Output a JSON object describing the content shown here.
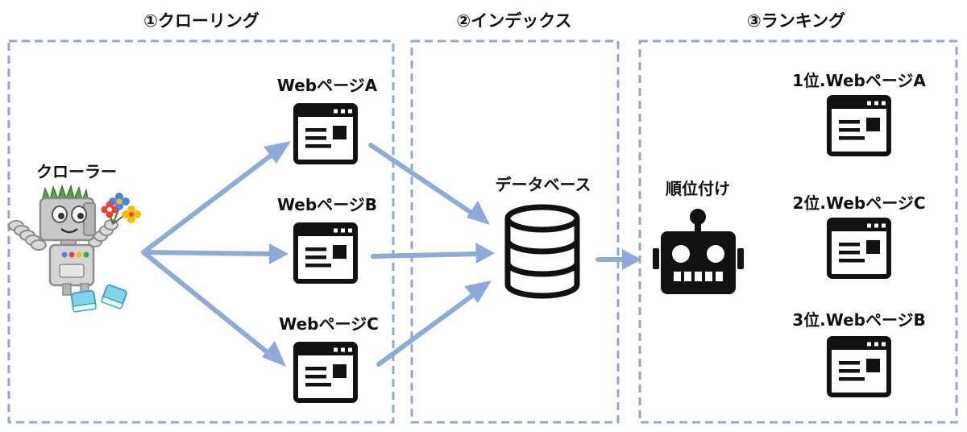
{
  "sections": [
    {
      "title": "①クローリング"
    },
    {
      "title": "②インデックス"
    },
    {
      "title": "③ランキング"
    }
  ],
  "crawler": {
    "label": "クローラー"
  },
  "crawl_pages": [
    {
      "label": "WebページA"
    },
    {
      "label": "WebページB"
    },
    {
      "label": "WebページC"
    }
  ],
  "database": {
    "label": "データベース"
  },
  "ranker": {
    "label": "順位付け"
  },
  "ranked_pages": [
    {
      "label": "1位.WebページA"
    },
    {
      "label": "2位.WebページC"
    },
    {
      "label": "3位.WebページB"
    }
  ],
  "colors": {
    "dash_border": "#8eaadb",
    "arrow": "#8eaadb",
    "ink": "#111111"
  }
}
